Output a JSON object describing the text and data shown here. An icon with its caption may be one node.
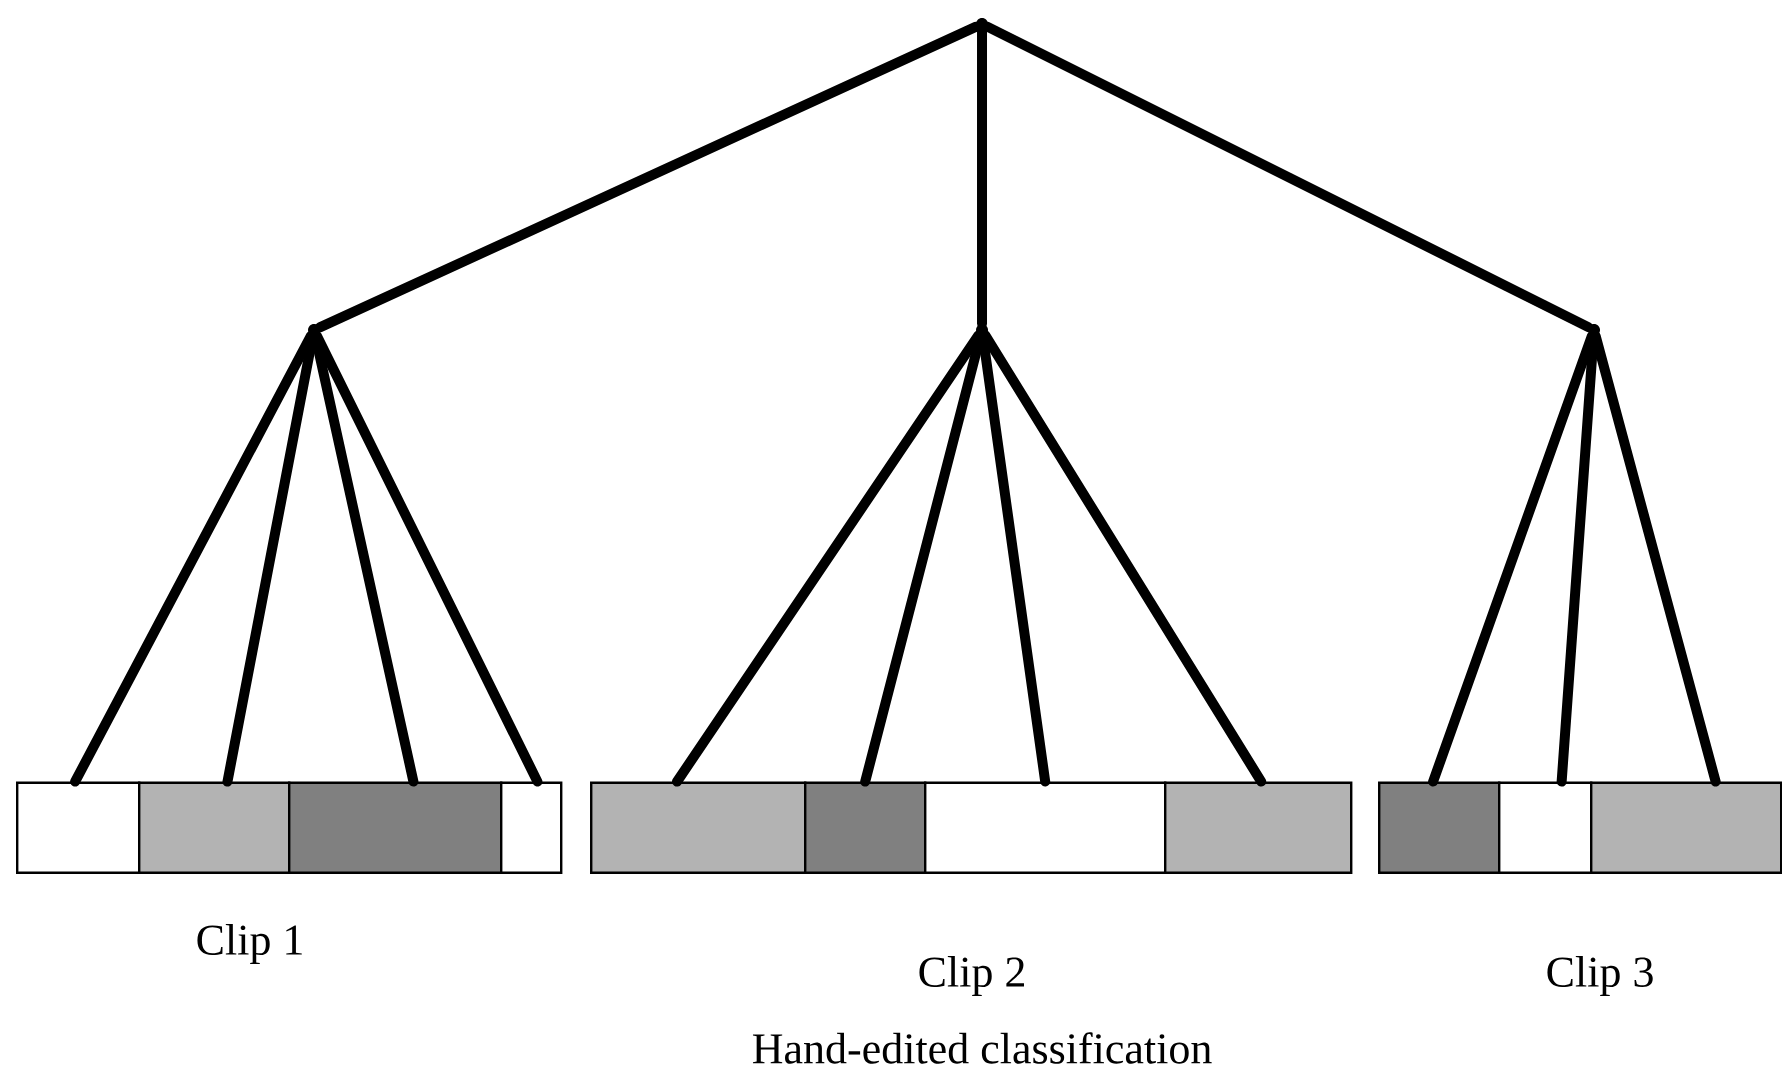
{
  "diagram": {
    "caption": "Hand-edited classification",
    "nodes": [
      {
        "text": [],
        "shape": "circle"
      },
      {
        "text": [],
        "shape": "circle"
      },
      {
        "text": [],
        "shape": "circle"
      },
      {
        "text": [],
        "shape": "circle"
      },
      {
        "text": [],
        "shape": "box"
      },
      {
        "text": [],
        "shape": "box"
      },
      {
        "text": [],
        "shape": "box"
      },
      {
        "text": [],
        "shape": "box"
      },
      {
        "text": [],
        "shape": "box"
      },
      {
        "text": [],
        "shape": "box"
      },
      {
        "text": [],
        "shape": "box"
      },
      {
        "text": [],
        "shape": "box"
      },
      {
        "text": [],
        "shape": "box"
      },
      {
        "text": [],
        "shape": "box"
      },
      {
        "text": [],
        "shape": "box"
      }
    ],
    "edges": [
      {
        "from": 0,
        "to": 1,
        "arrow": "none"
      },
      {
        "from": 0,
        "to": 2,
        "arrow": "none"
      },
      {
        "from": 0,
        "to": 3,
        "arrow": "none"
      },
      {
        "from": 1,
        "to": 4,
        "arrow": "none"
      },
      {
        "from": 1,
        "to": 5,
        "arrow": "none"
      },
      {
        "from": 1,
        "to": 6,
        "arrow": "none"
      },
      {
        "from": 1,
        "to": 7,
        "arrow": "none"
      },
      {
        "from": 2,
        "to": 8,
        "arrow": "none"
      },
      {
        "from": 2,
        "to": 9,
        "arrow": "none"
      },
      {
        "from": 2,
        "to": 10,
        "arrow": "none"
      },
      {
        "from": 2,
        "to": 11,
        "arrow": "none"
      },
      {
        "from": 3,
        "to": 12,
        "arrow": "none"
      },
      {
        "from": 3,
        "to": 13,
        "arrow": "none"
      },
      {
        "from": 3,
        "to": 14,
        "arrow": "none"
      }
    ],
    "labels": [
      "Clip 1",
      "Clip 2",
      "Clip 3"
    ]
  }
}
